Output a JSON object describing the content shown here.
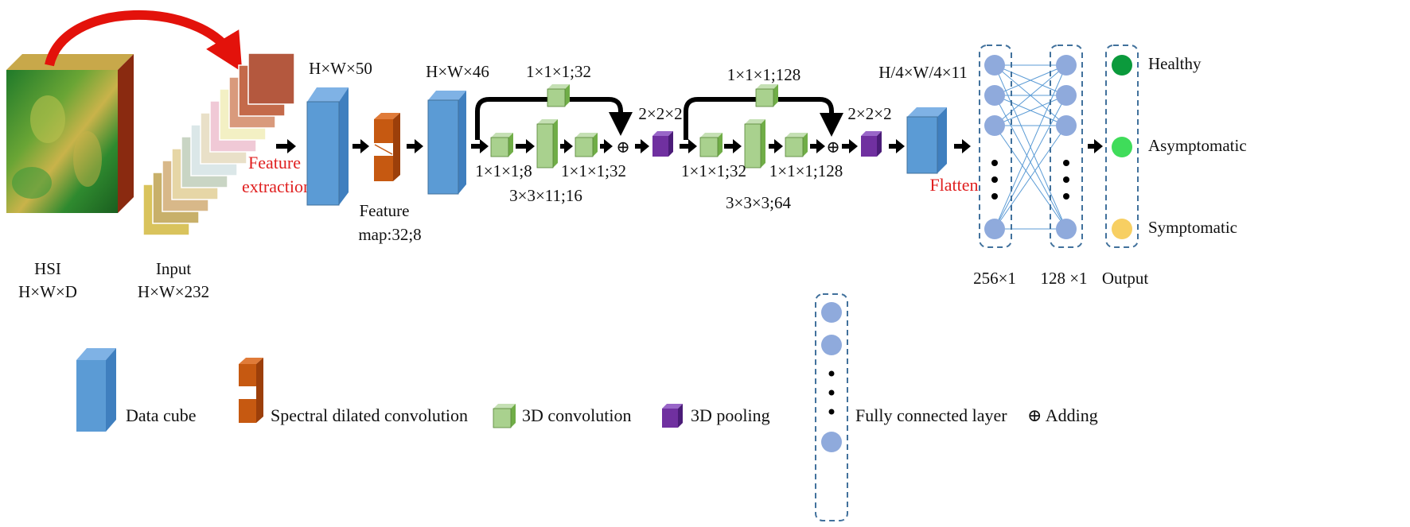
{
  "hsi": {
    "title": "HSI",
    "dims": "H×W×D"
  },
  "input": {
    "title": "Input",
    "dims": "H×W×232"
  },
  "feature_extraction": {
    "line1": "Feature",
    "line2": "extraction"
  },
  "cube1_label": "H×W×50",
  "feature_map": {
    "line1": "Feature",
    "line2": "map:32;8"
  },
  "cube2_label": "H×W×46",
  "block1": {
    "top": "1×1×1;32",
    "c1": "1×1×1;8",
    "c2": "3×3×11;16",
    "c3": "1×1×1;32"
  },
  "pool1": "2×2×2",
  "block2": {
    "top": "1×1×1;128",
    "c1": "1×1×1;32",
    "c2": "3×3×3;64",
    "c3": "1×1×1;128"
  },
  "pool2": "2×2×2",
  "cube3_label": "H/4×W/4×11",
  "flatten": "Flatten",
  "fc1_label": "256×1",
  "fc2_label": "128 ×1",
  "output": {
    "label": "Output",
    "classes": [
      {
        "name": "Healthy",
        "color": "#0b9a3c"
      },
      {
        "name": "Asymptomatic",
        "color": "#3fdc5a"
      },
      {
        "name": "Symptomatic",
        "color": "#f7cf62"
      }
    ]
  },
  "colors": {
    "data_cube": "#5b9bd5",
    "spectral_conv": "#c65911",
    "conv3d": "#a9d18e",
    "pool3d": "#7030a0",
    "neuron": "#8faadc",
    "red": "#e02020"
  },
  "legend": {
    "data_cube": "Data cube",
    "spectral": "Spectral dilated convolution",
    "conv3d": "3D convolution",
    "pool3d": "3D pooling",
    "fc": "Fully connected layer",
    "adding": "⊕ Adding"
  }
}
